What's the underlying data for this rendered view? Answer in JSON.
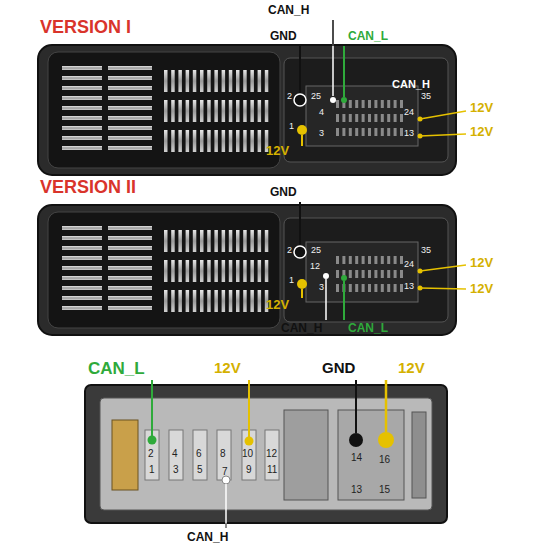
{
  "diagram": {
    "labels": [
      "VERSION I",
      "CAN_H",
      "GND",
      "CAN_L",
      "CAN_H",
      "2",
      "25",
      "35",
      "12V",
      "24",
      "1",
      "4",
      "12V",
      "3",
      "13",
      "12V",
      "VERSION II",
      "GND",
      "2",
      "25",
      "35",
      "12V",
      "24",
      "1",
      "12",
      "12V",
      "3",
      "13",
      "12V",
      "CAN_H",
      "CAN_L",
      "CAN_L",
      "12V",
      "GND",
      "12V",
      "2",
      "4",
      "6",
      "8",
      "10",
      "12",
      "1",
      "3",
      "5",
      "7",
      "9",
      "11",
      "14",
      "16",
      "13",
      "15",
      "CAN_H"
    ]
  }
}
